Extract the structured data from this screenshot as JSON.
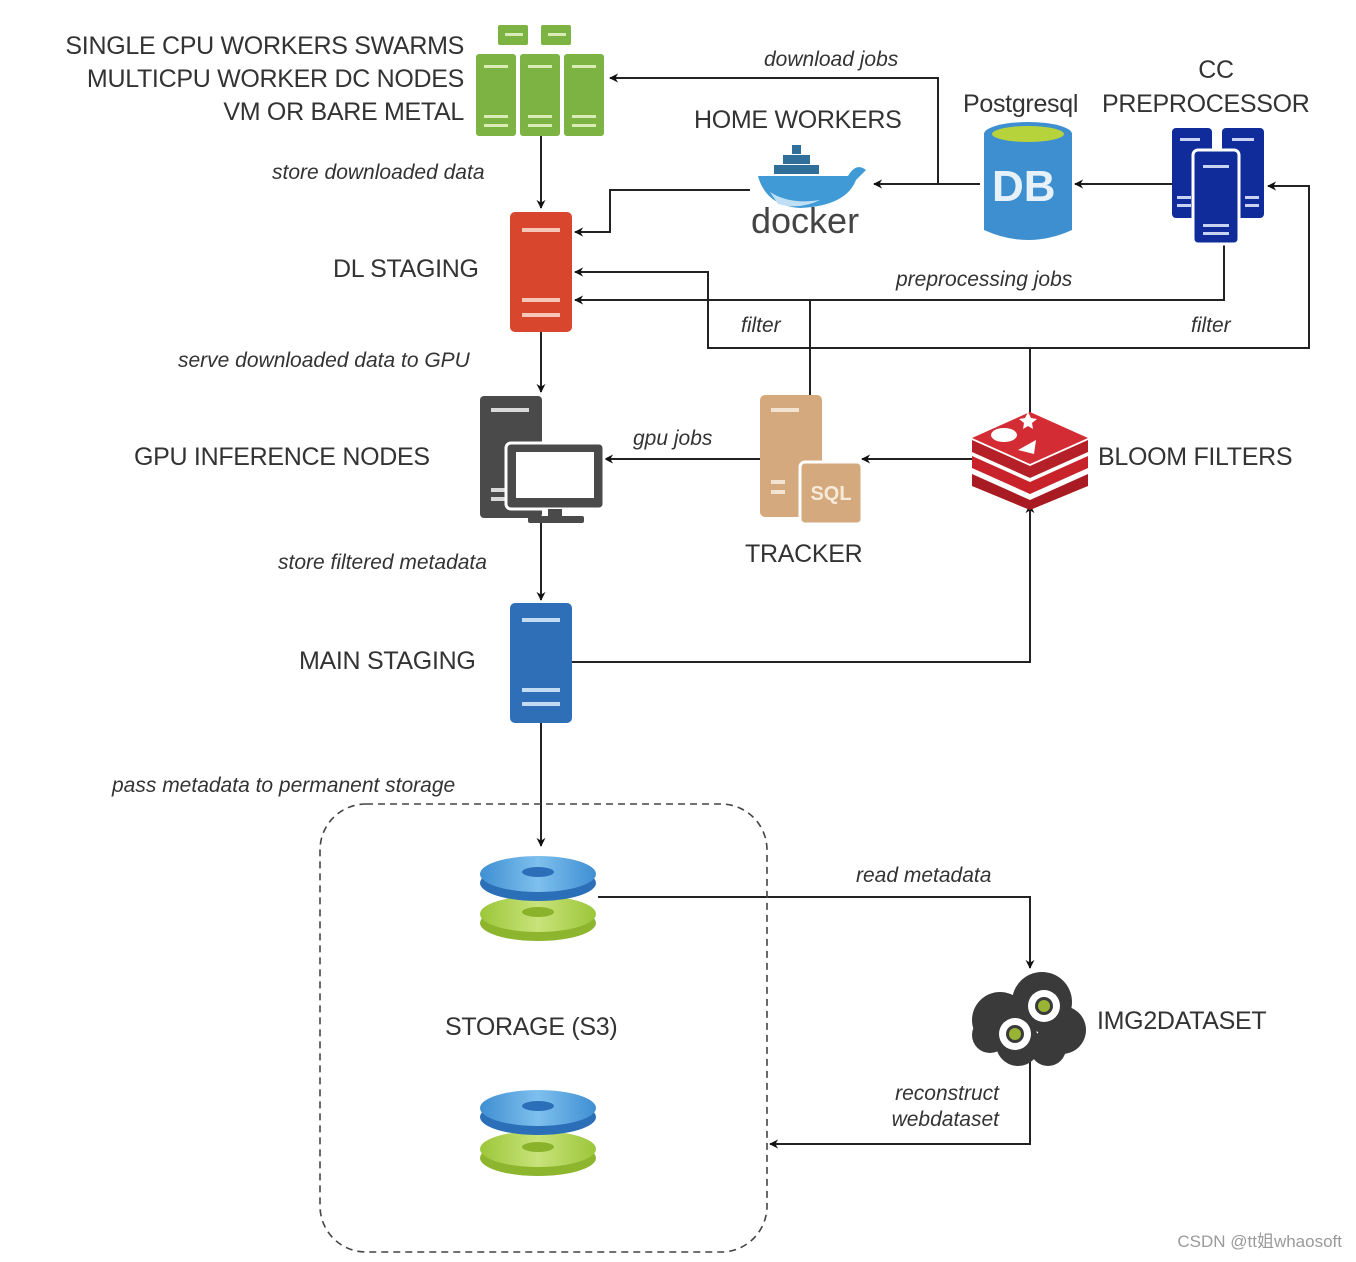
{
  "diagram": {
    "nodes": {
      "cpu_workers": {
        "lines": [
          "SINGLE CPU WORKERS SWARMS",
          "MULTICPU WORKER DC NODES",
          "VM OR BARE METAL"
        ],
        "icon": "server-cluster-icon",
        "color": "#7cb342"
      },
      "home_workers": {
        "label": "HOME WORKERS",
        "icon": "docker-icon",
        "icon_text": "docker",
        "color": "#2f8fc9"
      },
      "postgresql": {
        "label": "Postgresql",
        "icon": "database-icon",
        "icon_text": "DB",
        "color": "#3e8fd0"
      },
      "cc_preprocessor": {
        "lines": [
          "CC",
          "PREPROCESSOR"
        ],
        "icon": "server-stack-icon",
        "color": "#0f2c9a"
      },
      "dl_staging": {
        "label": "DL STAGING",
        "icon": "server-icon",
        "color": "#d9462e"
      },
      "gpu_nodes": {
        "label": "GPU INFERENCE NODES",
        "icon": "desktop-computer-icon",
        "color": "#4a4a4a"
      },
      "tracker": {
        "label": "TRACKER",
        "icon": "sql-server-icon",
        "icon_text": "SQL",
        "color": "#d4a97d"
      },
      "bloom_filters": {
        "label": "BLOOM FILTERS",
        "icon": "redis-icon",
        "color": "#c8232b"
      },
      "main_staging": {
        "label": "MAIN STAGING",
        "icon": "server-icon",
        "color": "#2e6fb8"
      },
      "storage": {
        "label": "STORAGE (S3)",
        "icon": "storage-disk-icon",
        "color_top": "#4a9fdc",
        "color_bottom": "#9cc63a"
      },
      "img2dataset": {
        "label": "IMG2DATASET",
        "icon": "cloud-gears-icon",
        "color": "#3a3a3a"
      }
    },
    "edges": {
      "download_jobs": "download jobs",
      "store_downloaded_data": "store downloaded data",
      "preprocessing_jobs": "preprocessing jobs",
      "filter_left": "filter",
      "filter_right": "filter",
      "serve_to_gpu": "serve downloaded data to GPU",
      "gpu_jobs": "gpu jobs",
      "store_filtered": "store filtered metadata",
      "pass_to_storage": "pass metadata to permanent storage",
      "read_metadata": "read metadata",
      "reconstruct": [
        "reconstruct",
        "webdataset"
      ]
    },
    "watermark": "CSDN @tt姐whaosoft"
  }
}
